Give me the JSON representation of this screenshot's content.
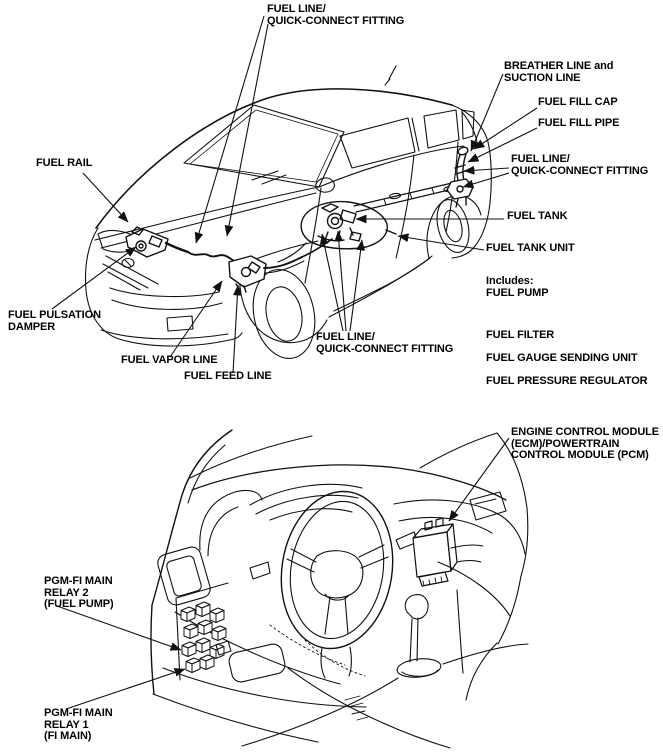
{
  "page": {
    "type": "service-manual-diagram",
    "background_color": "#ffffff",
    "ink_color": "#111111"
  },
  "top_diagram": {
    "name": "fuel-system-component-locations-vehicle-view",
    "labels": {
      "fuel_line_qc_top": "FUEL LINE/\nQUICK-CONNECT FITTING",
      "breather_suction": "BREATHER LINE and\nSUCTION LINE",
      "fuel_fill_cap": "FUEL FILL CAP",
      "fuel_fill_pipe": "FUEL FILL PIPE",
      "fuel_line_qc_right": "FUEL LINE/\nQUICK-CONNECT FITTING",
      "fuel_rail": "FUEL RAIL",
      "fuel_tank": "FUEL TANK",
      "fuel_tank_unit": "FUEL TANK UNIT",
      "includes_fuel_pump": "Includes:\nFUEL PUMP",
      "fuel_filter": "FUEL FILTER",
      "fuel_gauge_sending_unit": "FUEL GAUGE SENDING UNIT",
      "fuel_pressure_regulator": "FUEL PRESSURE REGULATOR",
      "fuel_pulsation_damper": "FUEL PULSATION\nDAMPER",
      "fuel_vapor_line": "FUEL VAPOR LINE",
      "fuel_feed_line": "FUEL FEED LINE",
      "fuel_line_qc_mid": "FUEL LINE/\nQUICK-CONNECT FITTING"
    }
  },
  "bottom_diagram": {
    "name": "interior-relay-and-module-locations",
    "labels": {
      "ecm_pcm": "ENGINE CONTROL MODULE\n(ECM)/POWERTRAIN\nCONTROL MODULE (PCM)",
      "pgm_fi_main_relay_2": "PGM-FI MAIN\nRELAY 2\n(FUEL PUMP)",
      "pgm_fi_main_relay_1": "PGM-FI MAIN\nRELAY 1\n(FI MAIN)"
    }
  }
}
